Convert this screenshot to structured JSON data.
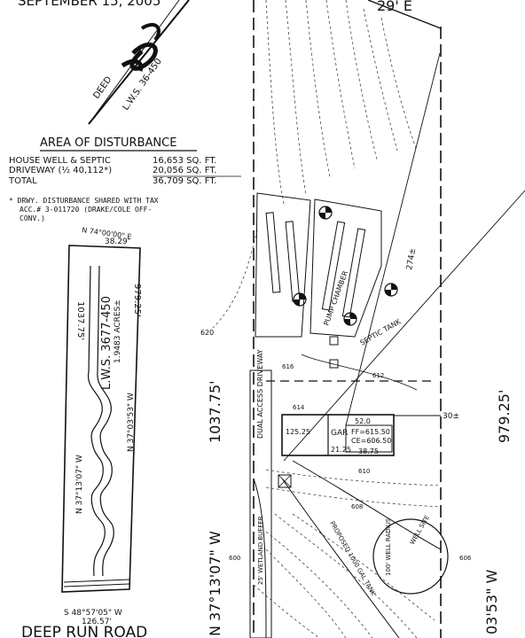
{
  "header": {
    "date": "SEPTEMBER 15, 2005"
  },
  "deed_symbol": {
    "deed_label": "DEED",
    "lws_label": "L.W.S. 36-450"
  },
  "disturbance": {
    "title": "AREA OF DISTURBANCE",
    "rows": [
      {
        "label": "HOUSE WELL & SEPTIC",
        "value": "16,653 SQ. FT."
      },
      {
        "label": "DRIVEWAY (½ 40,112*)",
        "value": "20,056 SQ. FT."
      },
      {
        "label": "TOTAL",
        "value": "36,709 SQ. FT."
      }
    ],
    "note_line1": "* DRWY. DISTURBANCE SHARED WITH TAX",
    "note_line2": "ACC.# 3-011720 (DRAKE/COLE OFF-",
    "note_line3": "CONV.)"
  },
  "key_map": {
    "north_bearing": "N 74°00'00\" E",
    "north_distance": "38.29'",
    "west_distance": "1037.75'",
    "east_distance": "979.25'",
    "lws_title": "L.W.S. 3677-450",
    "acreage": "1.9483 ACRES±",
    "west_bearing": "N 37°13'07\" W",
    "east_bearing": "N 37°03'53\" W",
    "south_bearing": "S 48°57'05\" W",
    "south_distance": "126.57'"
  },
  "road": {
    "name": "DEEP RUN ROAD"
  },
  "site": {
    "top_distance": "29' E",
    "west_distance": "1037.75'",
    "east_distance": "979.25'",
    "west_bearing": "N 37°13'07\" W",
    "east_bearing": "03'53\" W",
    "dim_274": "274±",
    "dim_30": "30±",
    "pump_chamber": "PUMP CHAMBER",
    "septic_tank": "SEPTIC TANK",
    "driveway_label": "DUAL ACCESS DRIVEWAY",
    "gar_label": "GAR",
    "house_dims": "52.0",
    "house_ff": "FF=615.50",
    "house_ce": "CE=606.50",
    "house_w": "21.25",
    "house_d": "38.75",
    "house_left": "125.25",
    "contour_620": "620",
    "contour_616": "616",
    "contour_614": "614",
    "contour_612": "612",
    "contour_610": "610",
    "contour_608": "608",
    "contour_606": "606",
    "contour_600": "600",
    "wetland_label": "25' WETLAND BUFFER",
    "well_label": "WELL SITE",
    "tank_label": "PROPOSED 1000 GAL TANK",
    "well_radius": "100' WELL RADIUS"
  }
}
